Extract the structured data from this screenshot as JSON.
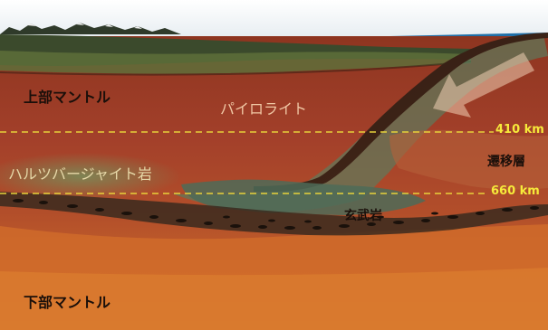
{
  "labels": {
    "upper_mantle": "上部マントル",
    "lower_mantle": "下部マントル",
    "pyrolite": "パイロライト",
    "harzburgite": "ハルツバージャイト岩",
    "basalt": "玄武岩",
    "transition_zone": "遷移層",
    "depth_410": "410 km",
    "depth_660": "660 km"
  },
  "colors": {
    "upper_mantle": "#9e3a20",
    "lower_mantle": "#d06a2a",
    "crust_surface": "#4d6a3a",
    "slab_dark": "#3a2418",
    "harzburgite_green": "#5f7a5a",
    "depth_line": "#e8d23a",
    "arrow": "#e8c8a8",
    "ocean": "#1f6fa8"
  },
  "icons": {
    "arrow": "subduction-direction-arrow"
  }
}
